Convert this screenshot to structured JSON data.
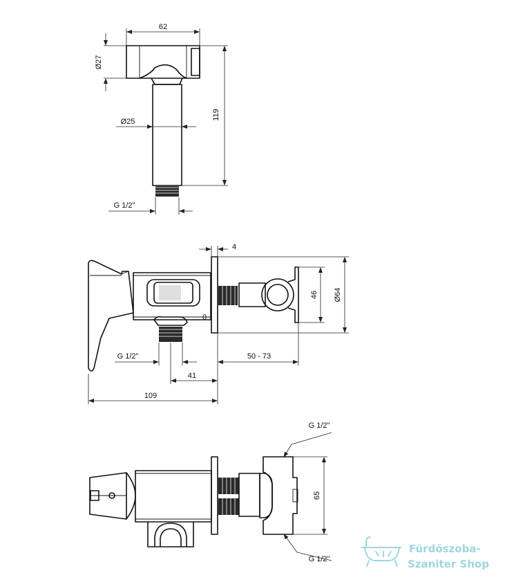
{
  "dimensions": {
    "top_width": "62",
    "top_head_dia": "Ø27",
    "top_body_dia": "Ø25",
    "top_height": "119",
    "top_thread": "G 1/2\"",
    "mid_plate_thickness": "4",
    "mid_holder_height": "46",
    "mid_plate_dia": "Ø64",
    "mid_thread": "G 1/2\"",
    "mid_offset": "50 - 73",
    "mid_thread_distance": "41",
    "mid_total_length": "109",
    "bottom_thread_top": "G 1/2\"",
    "bottom_height": "65",
    "bottom_thread_bottom": "G 1/2\""
  },
  "watermark": {
    "line1": "Fürdőszoba-",
    "line2": "Szaniter Shop",
    "icon": "bathtub-icon"
  }
}
